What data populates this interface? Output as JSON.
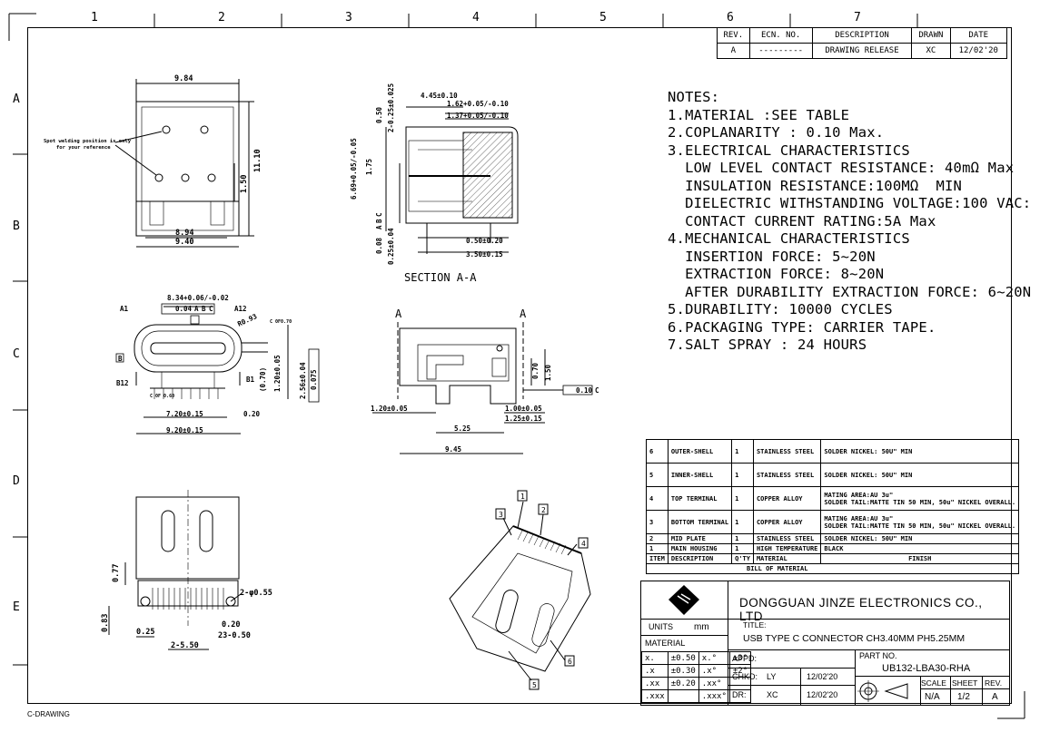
{
  "zones": {
    "columns": [
      "1",
      "2",
      "3",
      "4",
      "5",
      "6",
      "7"
    ],
    "rows": [
      "A",
      "B",
      "C",
      "D",
      "E"
    ]
  },
  "revision_table": {
    "headers": [
      "REV.",
      "ECN. NO.",
      "DESCRIPTION",
      "DRAWN",
      "DATE"
    ],
    "row": [
      "A",
      "---------",
      "DRAWING RELEASE",
      "XC",
      "12/02'20"
    ]
  },
  "notes": [
    "NOTES:",
    "1.MATERIAL :SEE TABLE",
    "2.COPLANARITY : 0.10 Max.",
    "3.ELECTRICAL CHARACTERISTICS",
    "  LOW LEVEL CONTACT RESISTANCE: 40mΩ Max",
    "  INSULATION RESISTANCE:100MΩ  MIN",
    "  DIELECTRIC WITHSTANDING VOLTAGE:100 VAC:",
    "  CONTACT CURRENT RATING:5A Max",
    "4.MECHANICAL CHARACTERISTICS",
    "  INSERTION FORCE: 5~20N",
    "  EXTRACTION FORCE: 8~20N",
    "  AFTER DURABILITY EXTRACTION FORCE: 6~20N",
    "5.DURABILITY: 10000 CYCLES",
    "6.PACKAGING TYPE: CARRIER TAPE.",
    "7.SALT SPRAY : 24 HOURS"
  ],
  "bom": {
    "rows": [
      [
        "6",
        "OUTER-SHELL",
        "1",
        "STAINLESS STEEL",
        "SOLDER NICKEL: 50U\" MIN"
      ],
      [
        "5",
        "INNER-SHELL",
        "1",
        "STAINLESS STEEL",
        "SOLDER NICKEL: 50U\" MIN"
      ],
      [
        "4",
        "TOP TERMINAL",
        "1",
        "COPPER ALLOY",
        "MATING AREA:AU 3u\"|SOLDER TAIL:MATTE TIN 50 MIN, 50u\" NICKEL OVERALL."
      ],
      [
        "3",
        "BOTTOM TERMINAL",
        "1",
        "COPPER ALLOY",
        "MATING AREA:AU 3u\"|SOLDER TAIL:MATTE TIN 50 MIN, 50u\" NICKEL OVERALL."
      ],
      [
        "2",
        "MID PLATE",
        "1",
        "STAINLESS STEEL",
        "SOLDER NICKEL: 50U\" MIN"
      ],
      [
        "1",
        "MAIN HOUSING",
        "1",
        "HIGH TEMPERATURE",
        "BLACK"
      ]
    ],
    "headers": [
      "ITEM",
      "DESCRIPTION",
      "Q'TY",
      "MATERIAL",
      "FINISH"
    ],
    "caption": "BILL OF MATERIAL"
  },
  "title_block": {
    "company": "DONGGUAN JINZE ELECTRONICS CO., LTD",
    "units_label": "UNITS",
    "units_value": "mm",
    "material_label": "MATERIAL",
    "title_label": "TITLE:",
    "title": "USB TYPE C CONNECTOR CH3.40MM PH5.25MM",
    "tolerances": [
      [
        "x.",
        "±0.50",
        "x.°",
        "±3°"
      ],
      [
        ".x",
        "±0.30",
        ".x°",
        "±2°"
      ],
      [
        ".xx",
        "±0.20",
        ".xx°",
        ""
      ],
      [
        ".xxx",
        "",
        ".xxx°",
        ""
      ]
    ],
    "appd_label": "APPD:",
    "chkd_label": "CHKD:",
    "chkd_value": "LY",
    "chkd_date": "12/02'20",
    "dr_label": "DR:",
    "dr_value": "XC",
    "dr_date": "12/02'20",
    "part_no_label": "PART NO.",
    "part_no": "UB132-LBA30-RHA",
    "scale_label": "SCALE",
    "scale_value": "N/A",
    "sheet_label": "SHEET",
    "sheet_value": "1/2",
    "rev_label": "REV.",
    "rev_value": "A"
  },
  "views": {
    "top": {
      "dims": [
        "9.84",
        "11.10",
        "1.50",
        "8.94",
        "9.40"
      ],
      "note": [
        "Spot welding position is only",
        "for your reference"
      ]
    },
    "section": {
      "caption": "SECTION A-A",
      "dims": [
        "4.45±0.10",
        "1.62+0.05/-0.10",
        "1.37+0.05/-0.10",
        "0.50",
        "2-0.25±0.025",
        "6.69+0.05/-0.05",
        "1.75",
        "0.08",
        "A",
        "B",
        "C",
        "0.25±0.04",
        "0.50±0.20",
        "3.50±0.15"
      ]
    },
    "front": {
      "dims": [
        "8.34+0.06/-0.02",
        "0.04",
        "A",
        "B",
        "C",
        "A1",
        "A12",
        "R0.93",
        "C 0F0.70",
        "B",
        "B12",
        "B1",
        "(0.70)",
        "1.20±0.05",
        "2.56±0.04",
        "0.075",
        "C 0F 0.60",
        "7.20±0.15",
        "0.20",
        "9.20±0.15"
      ]
    },
    "side": {
      "label_a1": "A",
      "label_a2": "A",
      "dims": [
        "0.70",
        "1.50",
        "0.10",
        "C",
        "1.20±0.05",
        "1.00±0.05",
        "1.25±0.15",
        "5.25",
        "9.45"
      ]
    },
    "bottom": {
      "dims": [
        "0.77",
        "2-φ0.55",
        "0.83",
        "0.25",
        "0.20",
        "2-5.50",
        "23-0.50"
      ]
    },
    "iso": {
      "callouts": [
        "1",
        "2",
        "3",
        "4",
        "5",
        "6"
      ]
    }
  },
  "footer": "C-DRAWING"
}
